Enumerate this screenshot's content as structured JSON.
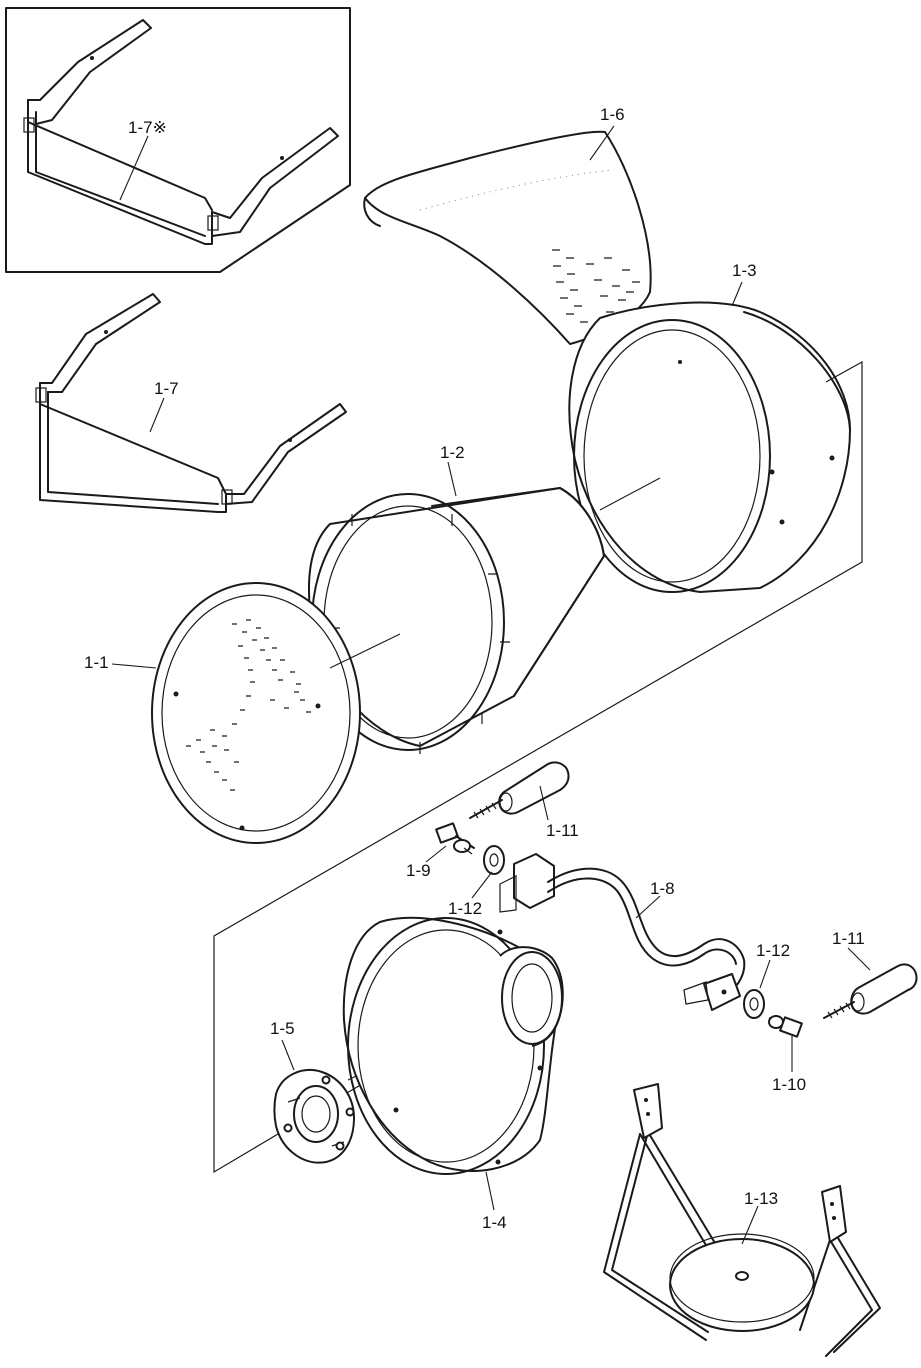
{
  "diagram": {
    "parts": [
      {
        "id": "p-1-7-alt",
        "label": "1-7※",
        "description_icon": "handle-frame-alt-icon"
      },
      {
        "id": "p-1-6",
        "label": "1-6",
        "description_icon": "curved-cover-icon"
      },
      {
        "id": "p-1-3",
        "label": "1-3",
        "description_icon": "cylinder-housing-icon"
      },
      {
        "id": "p-1-7",
        "label": "1-7",
        "description_icon": "handle-frame-icon"
      },
      {
        "id": "p-1-2",
        "label": "1-2",
        "description_icon": "cone-icon"
      },
      {
        "id": "p-1-1",
        "label": "1-1",
        "description_icon": "perforated-grille-icon"
      },
      {
        "id": "p-1-11a",
        "label": "1-11",
        "description_icon": "knob-bolt-icon"
      },
      {
        "id": "p-1-9",
        "label": "1-9",
        "description_icon": "pivot-bolt-icon"
      },
      {
        "id": "p-1-12a",
        "label": "1-12",
        "description_icon": "washer-icon"
      },
      {
        "id": "p-1-8",
        "label": "1-8",
        "description_icon": "bracket-arm-icon"
      },
      {
        "id": "p-1-12b",
        "label": "1-12",
        "description_icon": "washer-icon"
      },
      {
        "id": "p-1-11b",
        "label": "1-11",
        "description_icon": "knob-bolt-icon"
      },
      {
        "id": "p-1-10",
        "label": "1-10",
        "description_icon": "pivot-bolt-icon"
      },
      {
        "id": "p-1-5",
        "label": "1-5",
        "description_icon": "driver-flange-icon"
      },
      {
        "id": "p-1-4",
        "label": "1-4",
        "description_icon": "speaker-bell-icon"
      },
      {
        "id": "p-1-13",
        "label": "1-13",
        "description_icon": "floor-stand-icon"
      }
    ]
  }
}
